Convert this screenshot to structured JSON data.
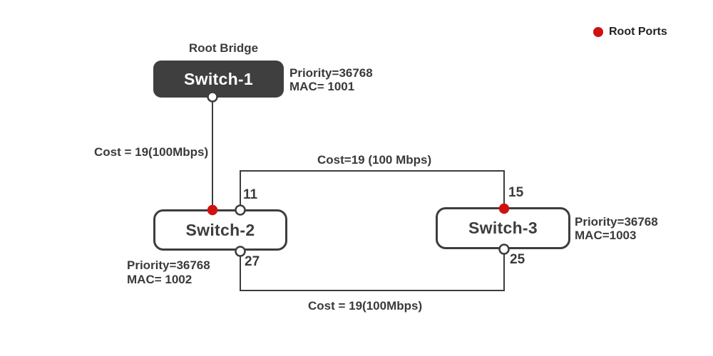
{
  "colors": {
    "node_dark_fill": "#3f3f3f",
    "outline": "#3d3d3d",
    "root_port_red": "#d01111",
    "text": "#3a3a3a",
    "background": "#ffffff"
  },
  "legend": {
    "marker_icon": "red-dot",
    "label": "Root Ports"
  },
  "nodes": {
    "switch1": {
      "label": "Switch-1",
      "caption": "Root Bridge",
      "priority": "Priority=36768",
      "mac": "MAC= 1001"
    },
    "switch2": {
      "label": "Switch-2",
      "priority": "Priority=36768",
      "mac": "MAC= 1002"
    },
    "switch3": {
      "label": "Switch-3",
      "priority": "Priority=36768",
      "mac": "MAC=1003"
    }
  },
  "ports": {
    "switch1_down": {
      "label": "",
      "root_port": false
    },
    "switch2_root": {
      "label": "",
      "root_port": true
    },
    "switch2_top_link": {
      "label": "11",
      "root_port": false
    },
    "switch2_bottom": {
      "label": "27",
      "root_port": false
    },
    "switch3_top": {
      "label": "15",
      "root_port": true
    },
    "switch3_bottom": {
      "label": "25",
      "root_port": false
    }
  },
  "links": {
    "s1_to_s2": {
      "from": "Switch-1",
      "to": "Switch-2",
      "cost_label": "Cost = 19(100Mbps)"
    },
    "s2_to_s3_top": {
      "from": "Switch-2",
      "to": "Switch-3",
      "cost_label": "Cost=19 (100 Mbps)"
    },
    "s2_to_s3_bottom": {
      "from": "Switch-2",
      "to": "Switch-3",
      "cost_label": "Cost = 19(100Mbps)"
    }
  }
}
